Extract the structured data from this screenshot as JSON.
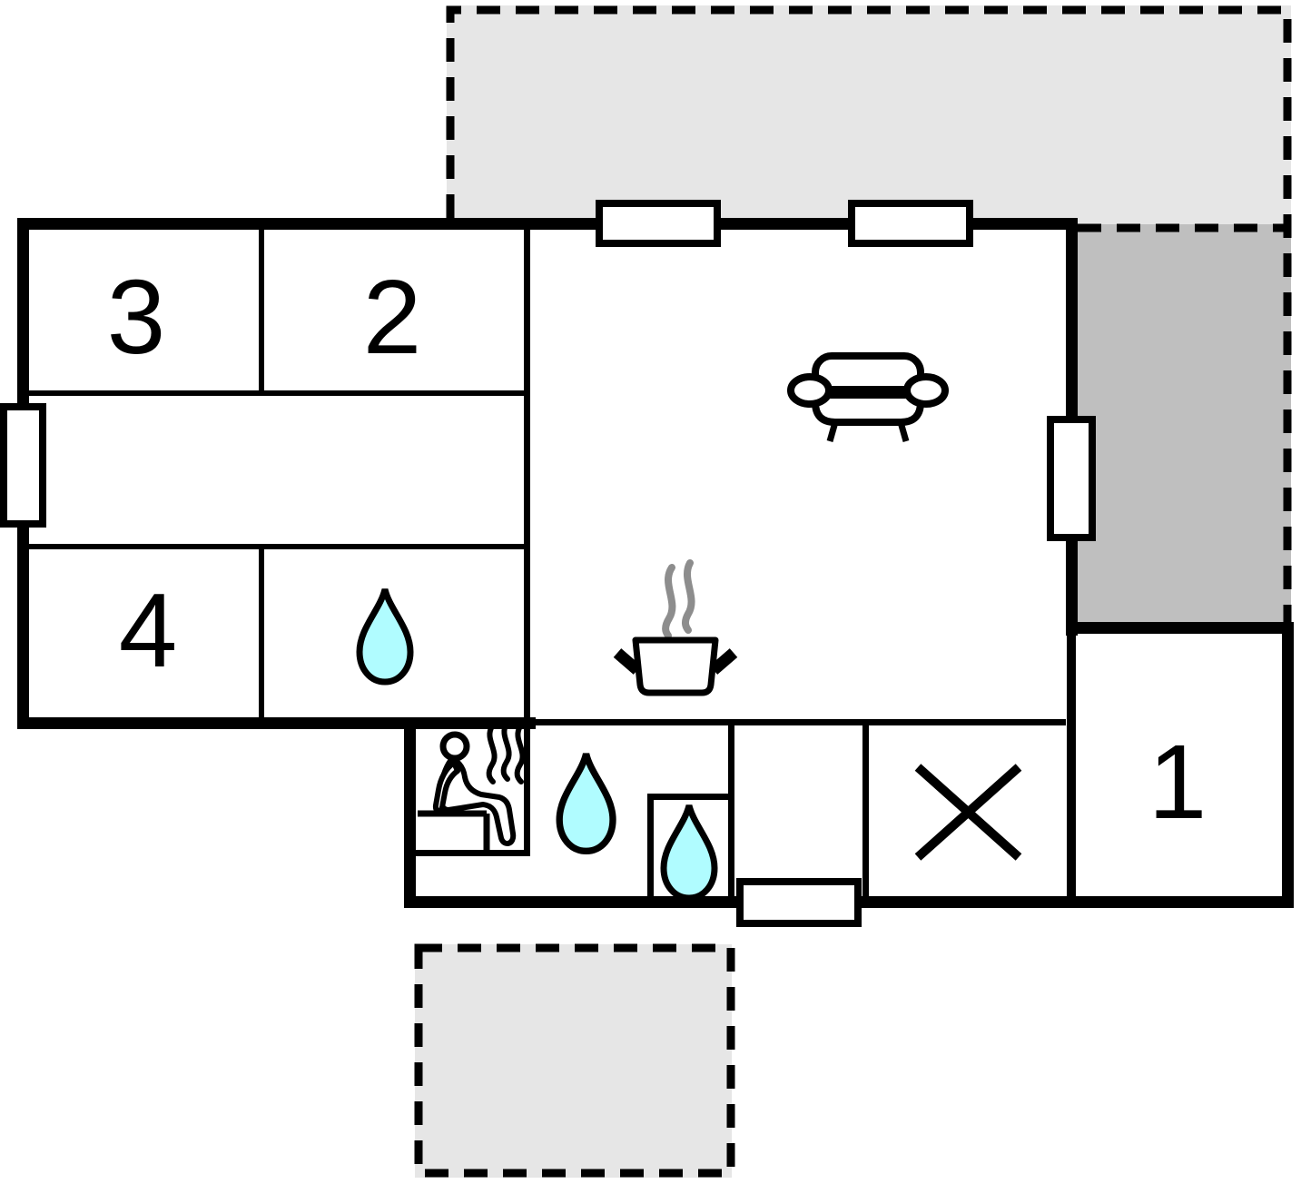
{
  "plan": {
    "type": "holiday-house-floor-plan",
    "labels": {
      "room1": "1",
      "room2": "2",
      "room3": "3",
      "room4": "4"
    },
    "rooms": [
      {
        "name": "bedroom-3",
        "label": "3"
      },
      {
        "name": "bedroom-2",
        "label": "2"
      },
      {
        "name": "bedroom-4",
        "label": "4"
      },
      {
        "name": "bedroom-1",
        "label": "1"
      },
      {
        "name": "hallway",
        "label": ""
      },
      {
        "name": "bathroom",
        "icon": "water-drop-icon"
      },
      {
        "name": "living-room",
        "icon": "sofa-icon"
      },
      {
        "name": "kitchen",
        "icon": "cooking-pot-icon"
      },
      {
        "name": "sauna",
        "icon": "sauna-icon"
      },
      {
        "name": "shower-room",
        "icon": "water-drop-icon"
      },
      {
        "name": "wc",
        "icon": "water-drop-icon"
      },
      {
        "name": "utility-room",
        "icon": "cross-icon"
      },
      {
        "name": "terrace-top",
        "style": "dashed-outline"
      },
      {
        "name": "terrace-right",
        "style": "dashed-outline"
      },
      {
        "name": "terrace-bottom",
        "style": "dashed-outline"
      }
    ],
    "colors": {
      "wall": "#000000",
      "terrace_light": "#e6e6e6",
      "terrace_dark": "#bfbfbf",
      "water_drop_fill": "#b0fcff",
      "steam": "#8d8d8d",
      "background": "#ffffff"
    }
  }
}
